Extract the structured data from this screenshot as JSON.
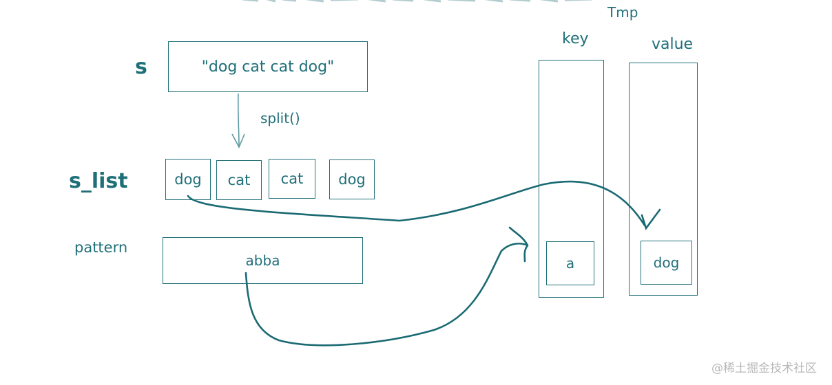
{
  "labels": {
    "s": "s",
    "s_list": "s_list",
    "pattern": "pattern",
    "tmp": "Tmp",
    "key": "key",
    "value": "value",
    "split": "split()"
  },
  "s_value": "\"dog cat cat dog\"",
  "s_list_items": [
    "dog",
    "cat",
    "cat",
    "dog"
  ],
  "pattern_value": "abba",
  "tmp": {
    "key_entry": "a",
    "value_entry": "dog"
  },
  "watermark": "@稀土掘金技术社区",
  "colors": {
    "ink": "#1f6f78",
    "arrow": "#1a6a73",
    "watermark": "#b8b8b8"
  }
}
